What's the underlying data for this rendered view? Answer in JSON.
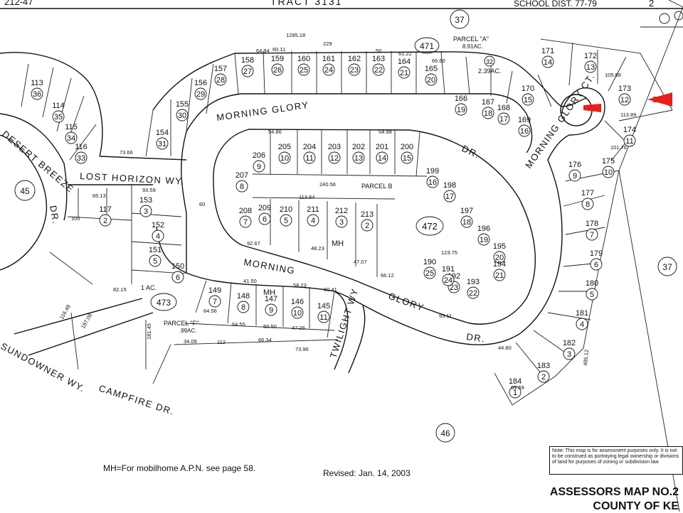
{
  "header": {
    "left": "212-47",
    "center": "TRACT 3131",
    "right": "SCHOOL DIST. 77-79",
    "corner_num": "2"
  },
  "street_names": {
    "morning_glory_dr_top": "MORNING GLORY",
    "morning_glory_dr_suffix": "DR.",
    "morning_glory_lower": "MORNING",
    "glory_lower": "GLORY",
    "dr_lower": "DR.",
    "lost_horizon": "LOST HORIZON WY.",
    "desert_breeze": "DESERT BREEZE",
    "desert_breeze_suffix": "DR.",
    "morning_glory_ct": "MORNING GLORY CT.",
    "twilight_wy": "TWILIGHT WY",
    "sundowner_wy": "SUNDOWNER WY.",
    "campfire_dr": "CAMPFIRE DR."
  },
  "map_pages": {
    "p37_top": "37",
    "p37_right": "37",
    "p45": "45",
    "p46": "46",
    "p471": "471",
    "p472": "472",
    "p473": "473"
  },
  "parcels": {
    "parcel_a": "PARCEL \"A\"",
    "parcel_a_area": "8.91AC.",
    "parcel_a_small": "2.39AC.",
    "parcel_b": "PARCEL B",
    "parcel_f": "PARCEL \"F\"",
    "parcel_f_area": ".99AC.",
    "one_ac": "1 AC.",
    "mh_label": "MH"
  },
  "lots_north_row": [
    {
      "apn": "158",
      "lot": "27"
    },
    {
      "apn": "159",
      "lot": "26"
    },
    {
      "apn": "160",
      "lot": "25"
    },
    {
      "apn": "161",
      "lot": "24"
    },
    {
      "apn": "162",
      "lot": "23"
    },
    {
      "apn": "163",
      "lot": "22"
    },
    {
      "apn": "164",
      "lot": "21"
    },
    {
      "apn": "165",
      "lot": "20"
    }
  ],
  "lots_inner_row": [
    {
      "apn": "205",
      "lot": "10"
    },
    {
      "apn": "204",
      "lot": "11"
    },
    {
      "apn": "203",
      "lot": "12"
    },
    {
      "apn": "202",
      "lot": "13"
    },
    {
      "apn": "201",
      "lot": "14"
    },
    {
      "apn": "200",
      "lot": "15"
    }
  ],
  "lots_inner_lower": [
    {
      "apn": "210",
      "lot": "5"
    },
    {
      "apn": "211",
      "lot": "4"
    },
    {
      "apn": "212",
      "lot": "3"
    },
    {
      "apn": "213",
      "lot": "2"
    },
    {
      "apn": "209",
      "lot": "6"
    },
    {
      "apn": "208",
      "lot": "7"
    },
    {
      "apn": "207",
      "lot": "8"
    },
    {
      "apn": "206",
      "lot": "9"
    }
  ],
  "lots_south_row": [
    {
      "apn": "149",
      "lot": "7"
    },
    {
      "apn": "148",
      "lot": "8"
    },
    {
      "apn": "147",
      "lot": "9"
    },
    {
      "apn": "146",
      "lot": "10"
    },
    {
      "apn": "145",
      "lot": "11"
    }
  ],
  "lots_east_col": [
    {
      "apn": "177",
      "lot": "8"
    },
    {
      "apn": "178",
      "lot": "7"
    },
    {
      "apn": "179",
      "lot": "6"
    },
    {
      "apn": "180",
      "lot": "5"
    },
    {
      "apn": "181",
      "lot": "4"
    },
    {
      "apn": "182",
      "lot": "3"
    },
    {
      "apn": "183",
      "lot": "2"
    },
    {
      "apn": "184",
      "lot": "1"
    }
  ],
  "lots_court": [
    {
      "apn": "171",
      "lot": "14"
    },
    {
      "apn": "172",
      "lot": "13"
    },
    {
      "apn": "173",
      "lot": "12"
    },
    {
      "apn": "174",
      "lot": "11"
    },
    {
      "apn": "175",
      "lot": "10"
    },
    {
      "apn": "176",
      "lot": "9"
    },
    {
      "apn": "170",
      "lot": "15"
    },
    {
      "apn": "169",
      "lot": "16"
    },
    {
      "apn": "168",
      "lot": "17"
    },
    {
      "apn": "167",
      "lot": "18"
    },
    {
      "apn": "166",
      "lot": "19"
    }
  ],
  "lots_mid_east": [
    {
      "apn": "199",
      "lot": "16"
    },
    {
      "apn": "198",
      "lot": "17"
    },
    {
      "apn": "197",
      "lot": "18"
    },
    {
      "apn": "196",
      "lot": "19"
    },
    {
      "apn": "195",
      "lot": "20"
    },
    {
      "apn": "194",
      "lot": "21"
    },
    {
      "apn": "193",
      "lot": "22"
    },
    {
      "apn": "192",
      "lot": "23"
    },
    {
      "apn": "191",
      "lot": "24"
    },
    {
      "apn": "190",
      "lot": "25"
    }
  ],
  "lots_west": [
    {
      "apn": "157",
      "lot": "28"
    },
    {
      "apn": "156",
      "lot": "29"
    },
    {
      "apn": "155",
      "lot": "30"
    },
    {
      "apn": "154",
      "lot": "31"
    },
    {
      "apn": "153",
      "lot": "3"
    },
    {
      "apn": "152",
      "lot": "4"
    },
    {
      "apn": "151",
      "lot": "5"
    },
    {
      "apn": "150",
      "lot": "6"
    },
    {
      "apn": "117",
      "lot": "2"
    },
    {
      "apn": "116",
      "lot": "33"
    },
    {
      "apn": "115",
      "lot": "34"
    },
    {
      "apn": "114",
      "lot": "35"
    },
    {
      "apn": "113",
      "lot": "36"
    }
  ],
  "dimensions": {
    "top_a": "1285.18",
    "top_b": "229",
    "d1": "64.94",
    "d2": "60.11",
    "d3": "50",
    "d4": "61.22",
    "d5": "66.60",
    "d6": "54.86",
    "d7": "54.98",
    "d8": "240.56",
    "d9": "113.84",
    "d10": "93.59",
    "d11": "65.13",
    "d12": "73.66",
    "d13": "92.67",
    "d14": "48.23",
    "d15": "47.07",
    "d16": "66.12",
    "d17": "93.11",
    "d18": "82.15",
    "d19": "116.48",
    "d20": "187.08",
    "d21": "181.45",
    "d22": "34.09",
    "d23": "66.34",
    "d24": "73.96",
    "d25": "44.80",
    "d26": "485.12",
    "d27": "113.89",
    "d28": "101.76",
    "d29": "105.88",
    "d30": "123.75",
    "d31": "64.56",
    "d32": "64.55",
    "d33": "60.50",
    "d34": "47.26",
    "d35": "41.50",
    "d36": "58.23",
    "d37": "60.41",
    "d38": "112",
    "d39": "100",
    "d40": "60",
    "d41": "69.69"
  },
  "footer": {
    "mh_note": "MH=For mobilhome A.P.N. see page 58.",
    "revised": "Revised: Jan. 14, 2003",
    "note_text": "Note: This map is for assessment purposes only. It is not to be construed as portraying legal ownership or divisions of land for purposes of zoning or subdivision law.",
    "title_line1": "ASSESSORS MAP NO.2",
    "title_line2": "COUNTY OF KE"
  },
  "annotation_color": "#e8201c"
}
